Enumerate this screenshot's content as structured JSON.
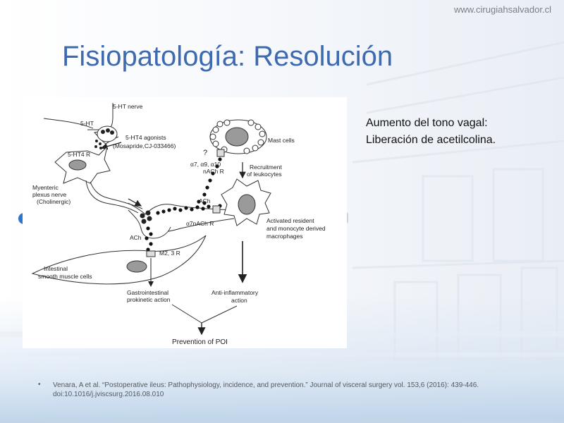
{
  "header": {
    "site_url": "www.cirugiahsalvador.cl",
    "title": "Fisiopatología: Resolución"
  },
  "side_note": "Aumento del tono vagal: Liberación de acetilcolina.",
  "reference": {
    "bullet": "•",
    "text": "Venara, A et al. “Postoperative ileus: Pathophysiology, incidence, and prevention.” Journal of visceral surgery vol. 153,6 (2016): 439-446. doi:10.1016/j.jviscsurg.2016.08.010"
  },
  "diagram": {
    "labels": {
      "ht_nerve": "5-HT nerve",
      "ht": "5-HT",
      "ht4_agonists": "5-HT4 agonists",
      "ht4_agonists_examples": "(Mosapride,CJ-033466)",
      "ht4_receptor": "5-HT4 R",
      "myenteric_1": "Myenteric",
      "myenteric_2": "plexus nerve",
      "myenteric_3": "(Cholinergic)",
      "ach_upper": "ACh",
      "ach_lower": "ACh",
      "m23_receptor": "M2, 3 R",
      "smooth_muscle_1": "Intestinal",
      "smooth_muscle_2": "smooth muscle cells",
      "prokinetic_1": "Gastrointestinal",
      "prokinetic_2": "prokinetic action",
      "mast_cells": "Mast cells",
      "question_mark": "?",
      "nachr_1": "α7, α9, α10",
      "nachr_2": "nACh R",
      "recruitment_1": "Recruitment",
      "recruitment_2": "of leukocytes",
      "a7_receptor": "α7nACh R",
      "macrophages_1": "Activated resident",
      "macrophages_2": "and monocyte derived",
      "macrophages_3": "macrophages",
      "anti_inflammatory_1": "Anti-inflammatory",
      "anti_inflammatory_2": "action",
      "prevention": "Prevention of POI"
    }
  },
  "colors": {
    "title": "#3e6ab0",
    "nav_dot": "#2f75d0",
    "reference_text": "#555a60"
  }
}
